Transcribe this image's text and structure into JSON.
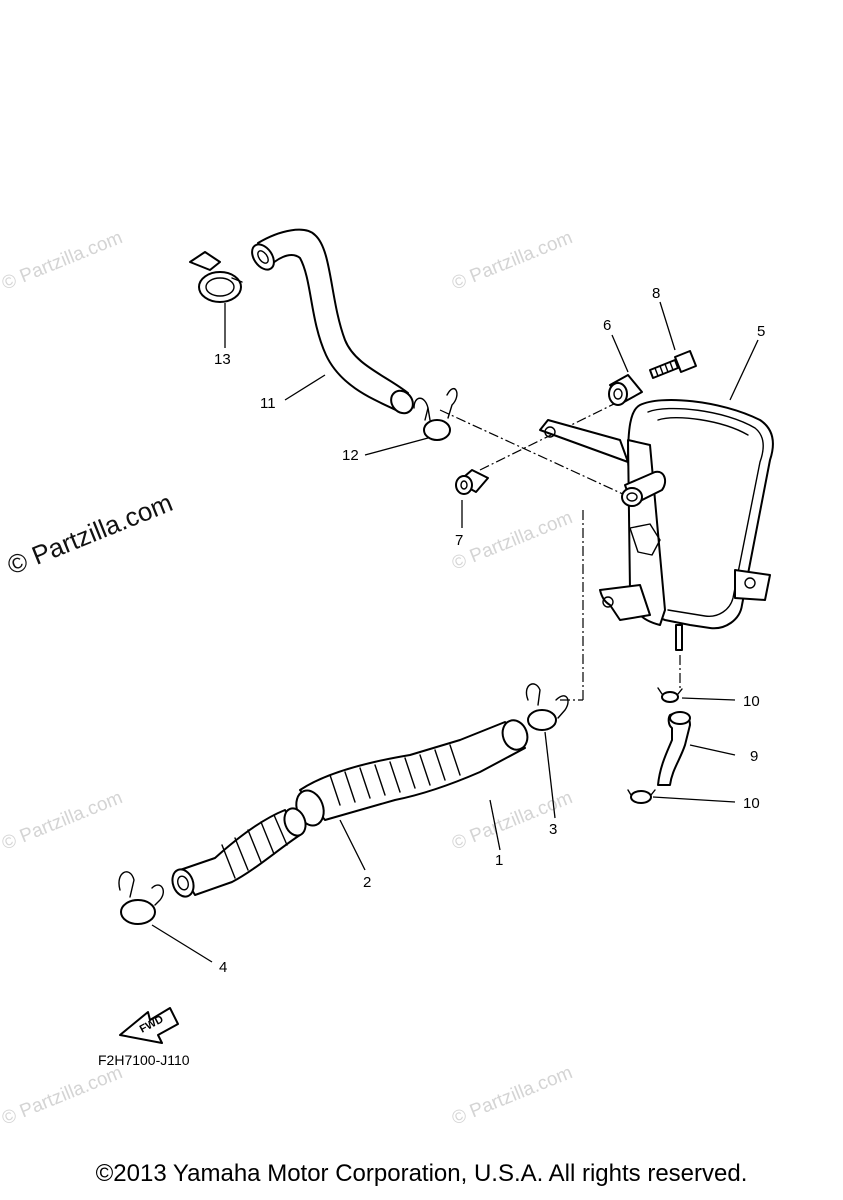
{
  "watermark": {
    "text": "© Partzilla.com",
    "color_light": "#d4d4d4",
    "color_dark": "#111111"
  },
  "callouts": [
    {
      "id": "1",
      "label": "1"
    },
    {
      "id": "2",
      "label": "2"
    },
    {
      "id": "3",
      "label": "3"
    },
    {
      "id": "4",
      "label": "4"
    },
    {
      "id": "5",
      "label": "5"
    },
    {
      "id": "6",
      "label": "6"
    },
    {
      "id": "7",
      "label": "7"
    },
    {
      "id": "8",
      "label": "8"
    },
    {
      "id": "9",
      "label": "9"
    },
    {
      "id": "10a",
      "label": "10"
    },
    {
      "id": "10b",
      "label": "10"
    },
    {
      "id": "11",
      "label": "11"
    },
    {
      "id": "12",
      "label": "12"
    },
    {
      "id": "13",
      "label": "13"
    }
  ],
  "fwd_label": "FWD",
  "diagram_code": "F2H7100-J110",
  "copyright": "©2013 Yamaha Motor Corporation, U.S.A. All rights reserved."
}
